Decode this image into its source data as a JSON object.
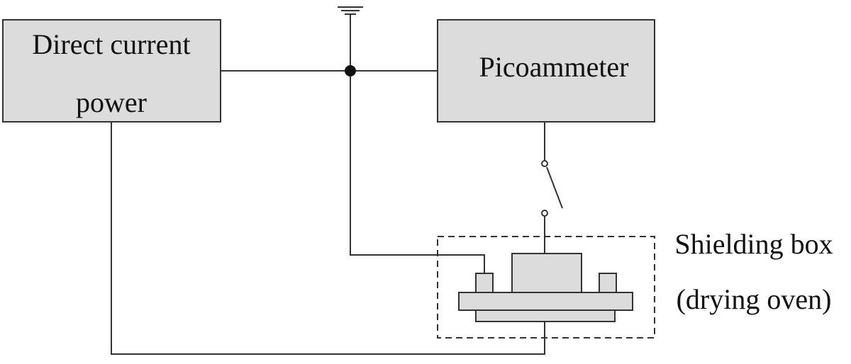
{
  "dc_power": {
    "line1": "Direct current",
    "line2": "power"
  },
  "picoammeter": {
    "label": "Picoammeter"
  },
  "shielding_box": {
    "line1": "Shielding box",
    "line2": "(drying oven)"
  },
  "colors": {
    "box_fill": "#dcdcdc",
    "stroke": "#333333"
  }
}
